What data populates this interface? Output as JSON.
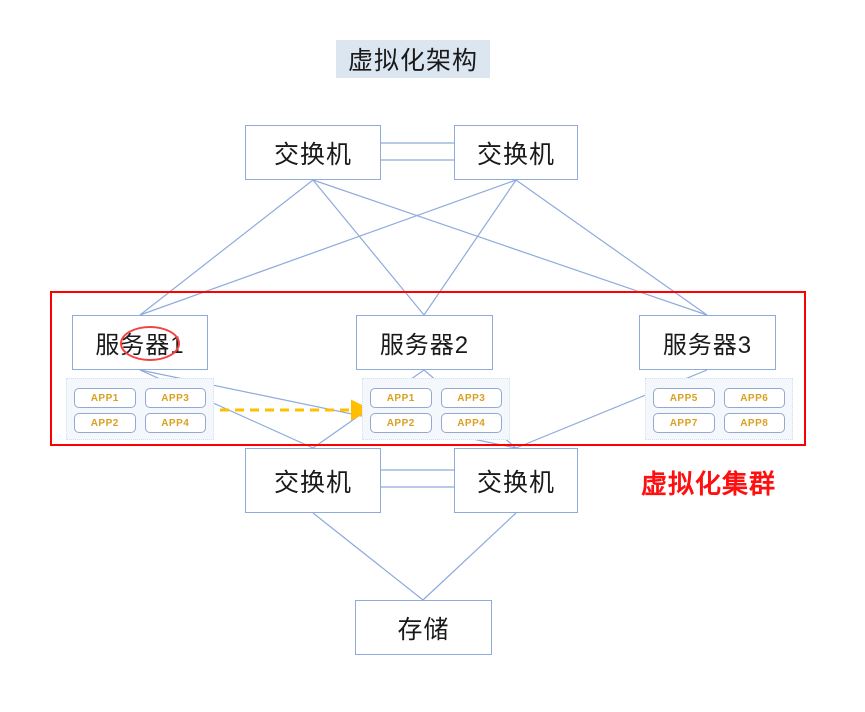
{
  "diagram": {
    "title": "虚拟化架构",
    "cluster_label": "虚拟化集群",
    "accent_colors": {
      "box_border": "#8faadc",
      "wire": "#8faadc",
      "cluster_red": "#ff0000",
      "annotation_red": "#f4413f",
      "migration_arrow": "#ffbf00",
      "app_text": "#d9a021",
      "title_background": "#dce6f1"
    },
    "top_switches": [
      {
        "label": "交换机",
        "name": "switch-top-left"
      },
      {
        "label": "交换机",
        "name": "switch-top-right"
      }
    ],
    "bottom_switches": [
      {
        "label": "交换机",
        "name": "switch-bottom-left"
      },
      {
        "label": "交换机",
        "name": "switch-bottom-right"
      }
    ],
    "servers": [
      {
        "label": "服务器1",
        "apps": [
          "APP1",
          "APP3",
          "APP2",
          "APP4"
        ],
        "annotated": true
      },
      {
        "label": "服务器2",
        "apps": [
          "APP1",
          "APP3",
          "APP2",
          "APP4"
        ],
        "annotated": false
      },
      {
        "label": "服务器3",
        "apps": [
          "APP5",
          "APP6",
          "APP7",
          "APP8"
        ],
        "annotated": false
      }
    ],
    "storage": {
      "label": "存储"
    },
    "migration_arrow": {
      "from": "服务器1",
      "to": "服务器2",
      "style": "dashed-orange-arrow"
    }
  }
}
